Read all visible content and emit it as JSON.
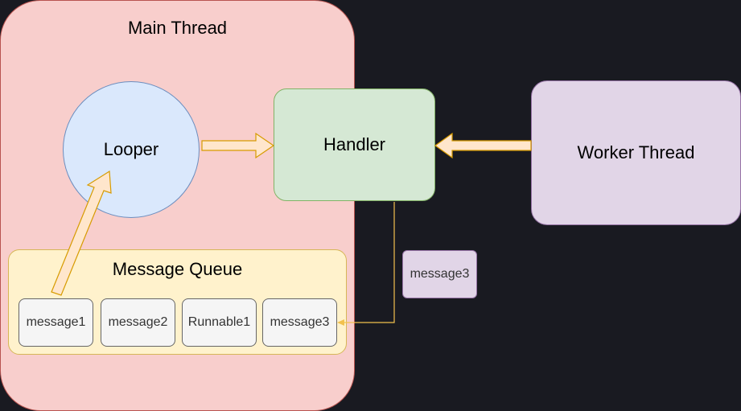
{
  "main_thread": {
    "label": "Main Thread"
  },
  "looper": {
    "label": "Looper"
  },
  "handler": {
    "label": "Handler"
  },
  "worker_thread": {
    "label": "Worker Thread"
  },
  "message_queue": {
    "label": "Message Queue",
    "items": [
      "message1",
      "message2",
      "Runnable1",
      "message3"
    ]
  },
  "incoming_message": {
    "label": "message3"
  },
  "colors": {
    "main_thread_fill": "#f8cecc",
    "looper_fill": "#dae8fc",
    "handler_fill": "#d5e8d4",
    "worker_fill": "#e1d5e7",
    "queue_fill": "#fff2cc",
    "arrow_fill": "#ffe6cc",
    "arrow_stroke": "#d79b00"
  }
}
